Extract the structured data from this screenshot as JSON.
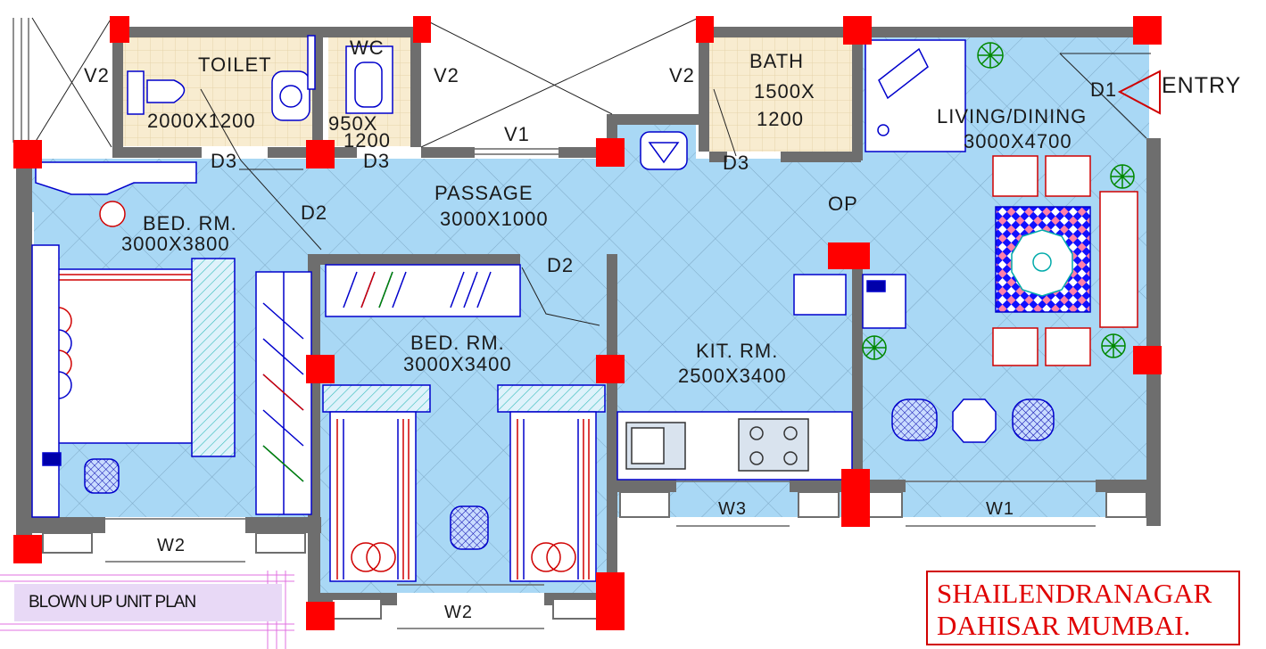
{
  "title_block": {
    "line1": "SHAILENDRANAGAR",
    "line2": "DAHISAR MUMBAI."
  },
  "plan_tag": "BLOWN UP UNIT PLAN",
  "entry_label": "ENTRY",
  "rooms": {
    "toilet": {
      "name": "TOILET",
      "size": "2000X1200"
    },
    "wc": {
      "name": "WC",
      "size_a": "950X",
      "size_b": "1200"
    },
    "bath": {
      "name": "BATH",
      "size_a": "1500X",
      "size_b": "1200"
    },
    "living": {
      "name": "LIVING/DINING",
      "size": "3000X4700"
    },
    "passage": {
      "name": "PASSAGE",
      "size": "3000X1000"
    },
    "bed1": {
      "name": "BED. RM.",
      "size": "3000X3800"
    },
    "bed2": {
      "name": "BED. RM.",
      "size": "3000X3400"
    },
    "kitchen": {
      "name": "KIT. RM.",
      "size": "2500X3400"
    }
  },
  "openings": {
    "v2_a": "V2",
    "v2_b": "V2",
    "v2_c": "V2",
    "v1": "V1",
    "d1": "D1",
    "d2_a": "D2",
    "d2_b": "D2",
    "d3_a": "D3",
    "d3_b": "D3",
    "d3_c": "D3",
    "op": "OP",
    "w1": "W1",
    "w2_a": "W2",
    "w2_b": "W2",
    "w3": "W3"
  },
  "colors": {
    "floor": "#a9d8f5",
    "wall": "#6e6e6e",
    "column": "#ff0000",
    "wet_floor": "#f8ecd0",
    "furniture_line": "#0000cc",
    "title_text": "#e00000",
    "tag_fill": "#e8d9f6"
  }
}
